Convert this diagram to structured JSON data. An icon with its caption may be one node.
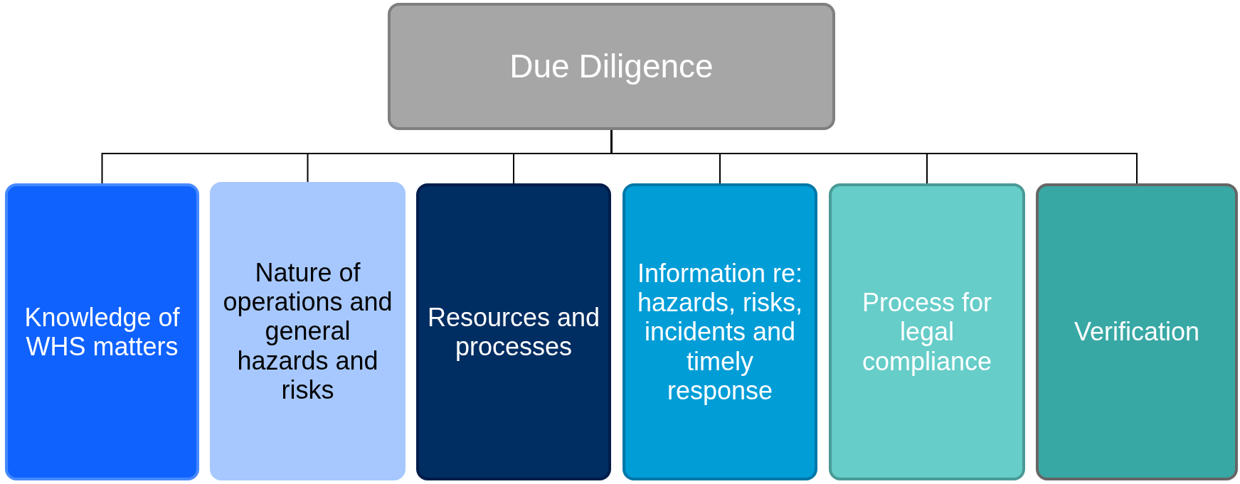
{
  "diagram": {
    "nodes": [
      {
        "text": [
          "Due Diligence"
        ]
      },
      {
        "text": [
          "Knowledge of WHS matters"
        ]
      },
      {
        "text": [
          "Nature of operations and general hazards and risks"
        ]
      },
      {
        "text": [
          "Resources and processes"
        ]
      },
      {
        "text": [
          "Information re: hazards, risks, incidents and timely response"
        ]
      },
      {
        "text": [
          "Process for legal compliance"
        ]
      },
      {
        "text": [
          "Verification"
        ]
      }
    ],
    "edges": [
      {
        "from": 0,
        "to": 1,
        "arrow": "none"
      },
      {
        "from": 0,
        "to": 2,
        "arrow": "none"
      },
      {
        "from": 0,
        "to": 3,
        "arrow": "none"
      },
      {
        "from": 0,
        "to": 4,
        "arrow": "none"
      },
      {
        "from": 0,
        "to": 5,
        "arrow": "none"
      },
      {
        "from": 0,
        "to": 6,
        "arrow": "none"
      }
    ]
  }
}
